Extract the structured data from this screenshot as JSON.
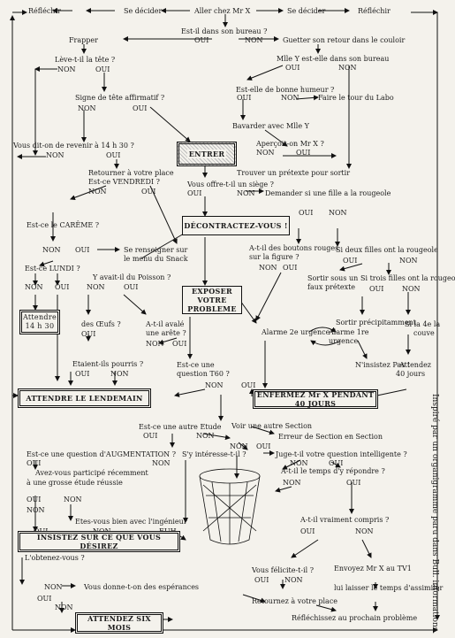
{
  "top": {
    "reflechir_left": "Réfléchir",
    "decider_left": "Se décider",
    "aller": "Aller chez Mr X",
    "decider_right": "Se décider",
    "reflechir_right": "Réfléchir"
  },
  "q": {
    "bureau": "Est-il dans son bureau ?",
    "frapper": "Frapper",
    "guetter": "Guetter son retour dans le couloir",
    "leve_tete": "Lève-t-il la tête ?",
    "mlle_y": "Mlle Y est-elle dans son bureau",
    "signe_tete": "Signe de tête affirmatif ?",
    "bonne_humeur": "Est-elle de bonne humeur ?",
    "faire_tour": "Faire le tour du Labo",
    "bavarder": "Bavarder avec Mlle Y",
    "apercoit": "Aperçoit-on Mr X ?",
    "revenir": "Vous dit-on de revenir à 14 h 30 ?",
    "retourner_place": "Retourner à votre place",
    "vendredi": "Est-ce VENDREDI ?",
    "pretexte": "Trouver un prétexte pour sortir",
    "siege": "Vous offre-t-il un siège ?",
    "rougeole": "Demander si une fille a la rougeole",
    "careme": "Est-ce le CARÊME ?",
    "snack1": "Se renseigner sur",
    "snack2": "le menu du Snack",
    "boutons1": "A-t-il des boutons rouges",
    "boutons2": "sur la figure ?",
    "deux_filles": "Si deux filles ont la rougeole",
    "trois_filles": "Si trois filles ont la rougeole",
    "lundi": "Est-ce LUNDI ?",
    "poisson": "Y avait-il du Poisson ?",
    "sortir_sous1": "Sortir sous un",
    "sortir_sous2": "faux prétexte",
    "oeufs": "des Œufs ?",
    "arete1": "A-t-il avalé",
    "arete2": "une arête ?",
    "sortir_precip": "Sortir précipitamment",
    "quatrieme1": "Si la 4e la",
    "quatrieme2": "couve",
    "alarme2": "Alarme 2e urgence",
    "alarme1_a": "Alarme 1re",
    "alarme1_b": "urgence",
    "pourris": "Etaient-ils pourris ?",
    "insistez_pas": "N'insistez Pas !",
    "attendez40_1": "Attendez",
    "attendez40_2": "40 jours",
    "t60_1": "Est-ce une",
    "t60_2": "question T60 ?",
    "autre_etude": "Est-ce une autre Etude",
    "autre_section": "Voir une autre Section",
    "erreur_section": "Erreur de Section en Section",
    "augmentation": "Est-ce une question d'AUGMENTATION ?",
    "interesse": "S'y intéresse-t-il ?",
    "juge": "Juge-t-il votre question intelligente ?",
    "participe1": "Avez-vous participé récemment",
    "participe2": "à une grosse étude réussie",
    "temps": "A-t-il le temps d'y répondre ?",
    "ingenieur": "Etes-vous bien avec l'ingénieur",
    "euh": "EUH..",
    "compris": "A-t-il vraiment compris ?",
    "obtenez": "L'obtenez-vous ?",
    "felicite": "Vous félicite-t-il ?",
    "tv1": "Envoyez Mr X au TV1",
    "esperances": "Vous donne-t-on des espérances",
    "assimiler": "lui laisser le temps d'assimiler",
    "retournez": "Retournez à votre place",
    "prochain": "Réfléchissez au prochain problème"
  },
  "boxes": {
    "entrer": "ENTRER",
    "decontractez": "DÉCONTRACTEZ-VOUS !",
    "exposer1": "EXPOSER VOTRE",
    "exposer2": "PROBLEME",
    "attendre1": "Attendre",
    "attendre2": "14 h 30",
    "lendemain": "ATTENDRE LE LENDEMAIN",
    "enfermez": "ENFERMEZ Mr X PENDANT 40 JOURS",
    "insistez": "INSISTEZ SUR CE QUE VOUS DÉSIREZ",
    "six_mois": "ATTENDEZ SIX MOIS"
  },
  "labels": {
    "oui": "OUI",
    "non": "NON"
  },
  "side_note": "Inspiré par un organigramme paru dans Bull. informations."
}
